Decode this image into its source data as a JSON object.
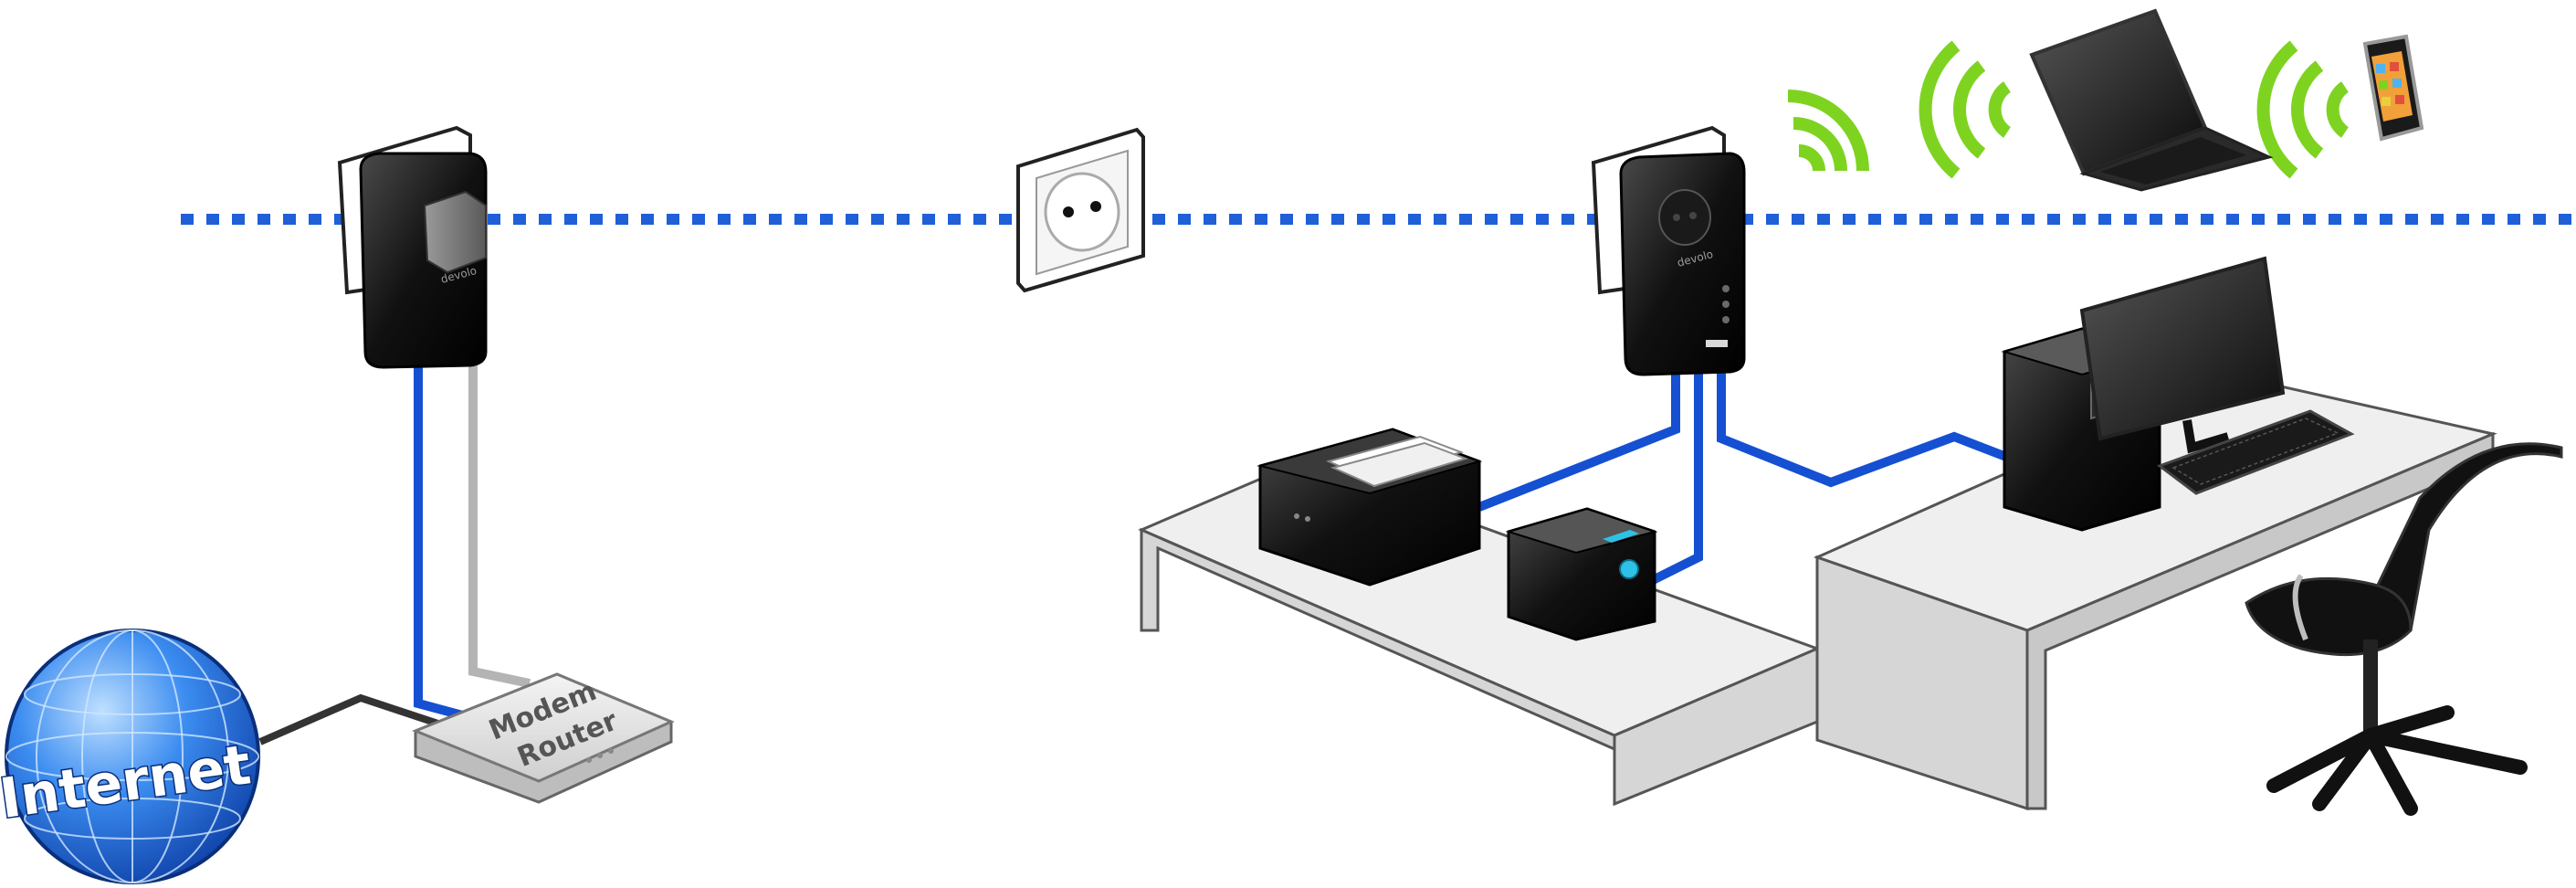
{
  "labels": {
    "internet": "Internet",
    "modem_router_line1": "Modem",
    "modem_router_line2": "Router",
    "adapter_brand": "devolo"
  },
  "colors": {
    "powerline": "#1f5fd8",
    "ethernet": "#1550d2",
    "ethernet_grey": "#b4b4b4",
    "phone_line": "#333333",
    "wifi": "#7ed321",
    "globe": "#2f7fe8",
    "adapter_body": "#141414",
    "furniture": "#efefef"
  },
  "icons": {
    "globe": "globe-icon",
    "modem_router": "modem-router-icon",
    "powerline_adapter_passthrough": "powerline-adapter-icon",
    "powerline_adapter_wifi": "powerline-wifi-adapter-icon",
    "wall_socket": "wall-socket-icon",
    "wifi": "wifi-signal-icon",
    "laptop": "laptop-icon",
    "smartphone": "smartphone-icon",
    "printer": "printer-icon",
    "nas": "nas-storage-icon",
    "desktop_pc": "desktop-pc-icon",
    "monitor": "monitor-icon",
    "keyboard": "keyboard-icon",
    "office_chair": "office-chair-icon",
    "desk": "desk-icon"
  }
}
